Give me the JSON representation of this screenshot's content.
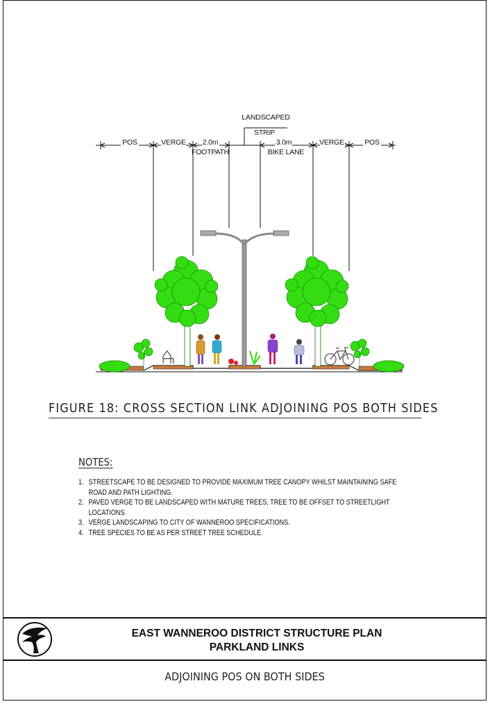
{
  "dimensions": {
    "pos_left": "POS",
    "verge_left": "VERGE",
    "footpath_width": "2.0m",
    "footpath": "FOOTPATH",
    "landscaped": "LANDSCAPED",
    "strip": "STRIP",
    "bike_width": "3.0m",
    "bike_lane": "BIKE  LANE",
    "verge_right": "VERGE",
    "pos_right": "POS"
  },
  "figure": {
    "title": "FIGURE 18: CROSS SECTION LINK ADJOINING POS BOTH SIDES"
  },
  "notes": {
    "heading": "NOTES:",
    "items": [
      {
        "num": "1.",
        "text": "STREETSCAPE TO BE DESIGNED TO PROVIDE MAXIMUM TREE CANOPY WHILST MAINTAINING SAFE ROAD AND PATH LIGHTING."
      },
      {
        "num": "2.",
        "text": "PAVED VERGE TO BE LANDSCAPED WITH MATURE TREES, TREE TO BE OFFSET TO STREETLIGHT LOCATIONS."
      },
      {
        "num": "3.",
        "text": "VERGE LANDSCAPING TO CITY OF WANNEROO SPECIFICATIONS."
      },
      {
        "num": "4.",
        "text": "TREE SPECIES TO BE AS PER STREET TREE SCHEDULE."
      }
    ]
  },
  "title_block": {
    "line1": "EAST WANNEROO DISTRICT STRUCTURE PLAN",
    "line2": "PARKLAND LINKS",
    "subtitle": "ADJOINING POS ON BOTH SIDES"
  },
  "colors": {
    "tree_green": "#33dd11",
    "ground_brown": "#c87a3c",
    "pole_grey": "#9a9a9a"
  }
}
